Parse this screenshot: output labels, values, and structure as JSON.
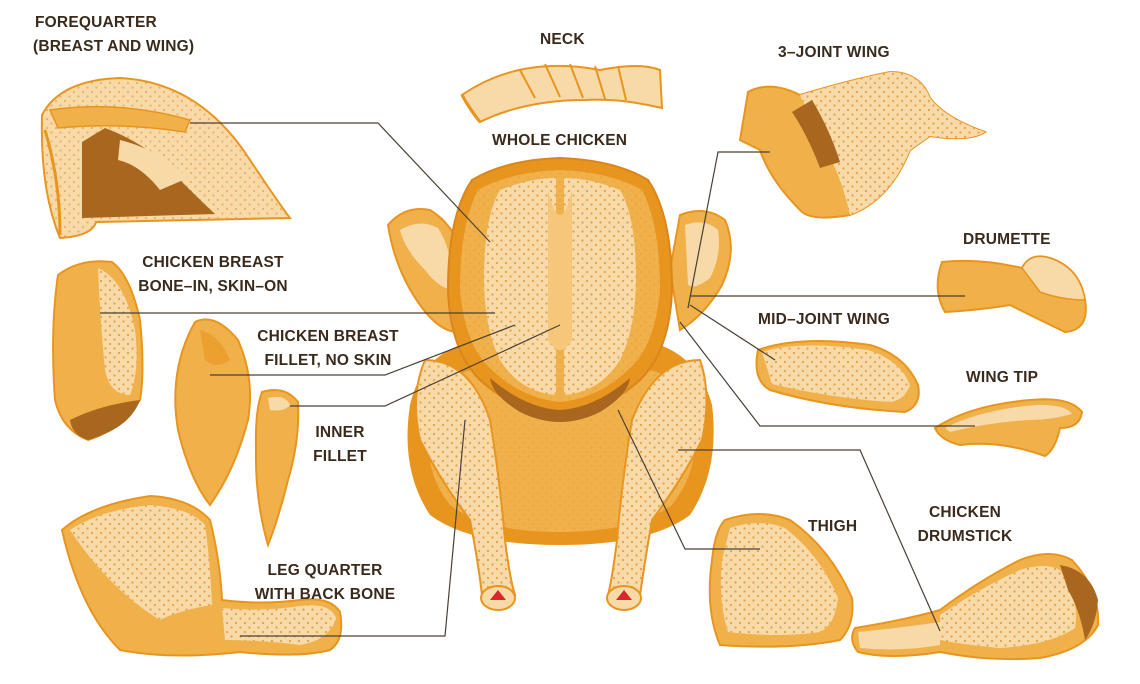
{
  "labels": {
    "forequarter": "FOREQUARTER",
    "forequarter_sub": "(BREAST AND WING)",
    "neck": "NECK",
    "whole_chicken": "WHOLE CHICKEN",
    "three_joint_wing": "3–JOINT WING",
    "drumette": "DRUMETTE",
    "mid_joint_wing": "MID–JOINT WING",
    "wing_tip": "WING TIP",
    "breast_bone_in_1": "CHICKEN BREAST",
    "breast_bone_in_2": "BONE–IN, SKIN–ON",
    "breast_fillet_1": "CHICKEN BREAST",
    "breast_fillet_2": "FILLET, NO SKIN",
    "inner_fillet_1": "INNER",
    "inner_fillet_2": "FILLET",
    "thigh": "THIGH",
    "drumstick_1": "CHICKEN",
    "drumstick_2": "DRUMSTICK",
    "leg_quarter_1": "LEG QUARTER",
    "leg_quarter_2": "WITH BACK BONE"
  },
  "colors": {
    "skin_light": "#f8d9a8",
    "skin_mid": "#f1b14a",
    "skin_dark": "#e8951f",
    "bone": "#a9661f",
    "leader_line": "#4a4036",
    "red_marrow": "#d8262b"
  }
}
